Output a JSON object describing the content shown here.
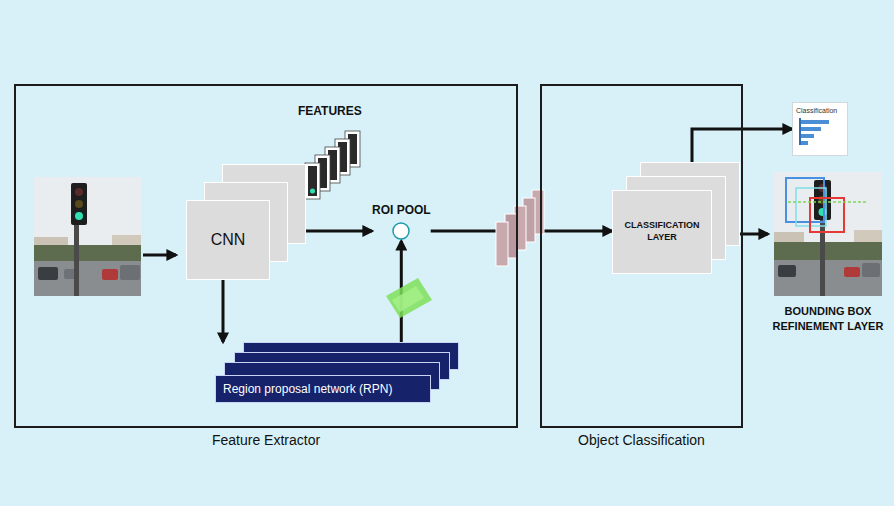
{
  "diagram": {
    "nodes": [
      {
        "text": [
          "Feature Extractor"
        ]
      },
      {
        "text": [
          "CNN"
        ],
        "in": 0
      },
      {
        "text": [
          "ROI POOL"
        ],
        "in": 0
      },
      {
        "text": [
          "Region proposal network (RPN)"
        ],
        "in": 0
      },
      {
        "text": [
          "Object Classification"
        ]
      },
      {
        "text": [
          "CLASSIFICATION LAYER"
        ],
        "in": 4
      },
      {
        "text": [
          "Classification"
        ]
      },
      {
        "text": [
          "BOUNDING BOX REFINEMENT LAYER"
        ]
      }
    ],
    "edges": [
      {
        "from": 1,
        "to": 2,
        "arrow": "to"
      },
      {
        "from": 1,
        "to": 3,
        "arrow": "to"
      },
      {
        "from": 3,
        "to": 2,
        "arrow": "to"
      },
      {
        "from": 2,
        "to": 5,
        "arrow": "to"
      },
      {
        "from": 5,
        "to": 6,
        "arrow": "to"
      },
      {
        "from": 5,
        "to": 7,
        "arrow": "to"
      }
    ],
    "labels": [
      "FEATURES"
    ]
  }
}
